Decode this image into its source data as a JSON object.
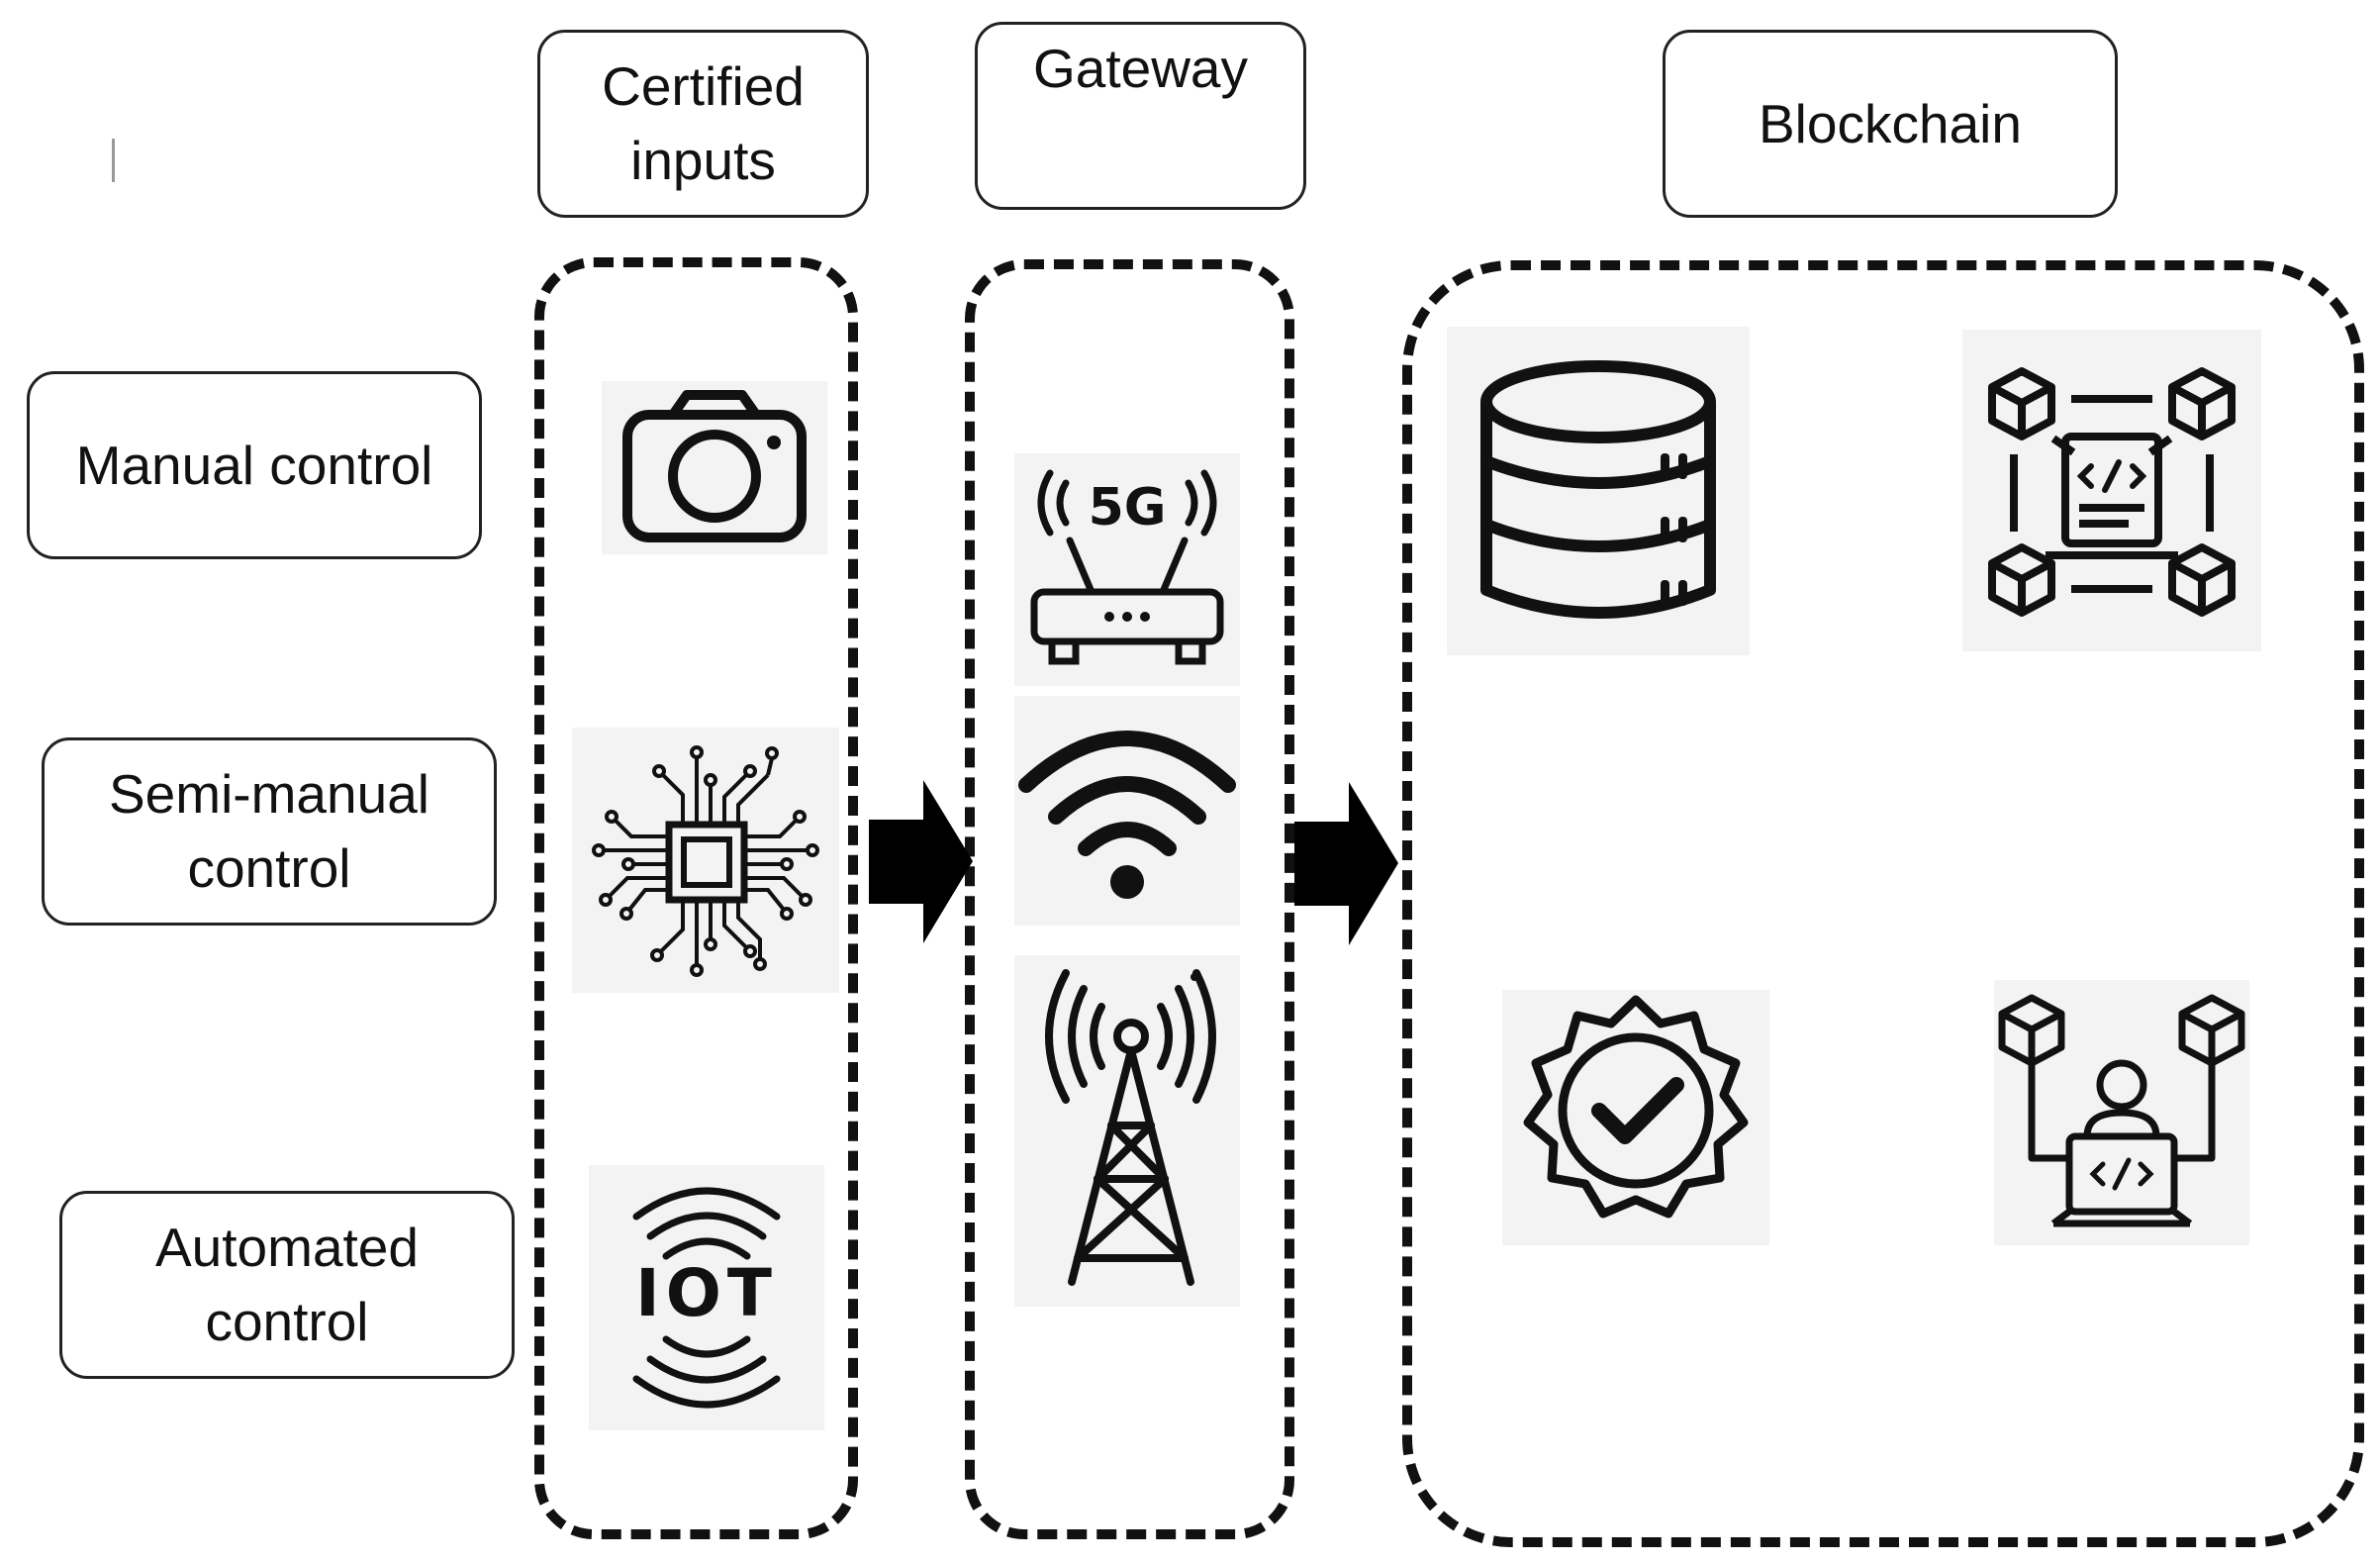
{
  "headers": {
    "certified_inputs": "Certified\ninputs",
    "gateway": "Gateway",
    "blockchain": "Blockchain"
  },
  "controls": {
    "manual": "Manual control",
    "semi_manual": "Semi-manual\ncontrol",
    "automated": "Automated\ncontrol"
  },
  "gateway_icons": {
    "five_g_text": "5G"
  },
  "iot_icon": {
    "text": "IOT"
  },
  "icons": {
    "inputs": [
      "camera-icon",
      "microchip-icon",
      "iot-icon"
    ],
    "gateway": [
      "router-5g-icon",
      "wifi-icon",
      "cell-tower-icon"
    ],
    "blockchain": [
      "database-icon",
      "smart-contract-icon",
      "verified-badge-icon",
      "blockchain-developer-icon"
    ]
  },
  "colors": {
    "stroke": "#111111",
    "tile_bg": "#f3f3f3"
  }
}
